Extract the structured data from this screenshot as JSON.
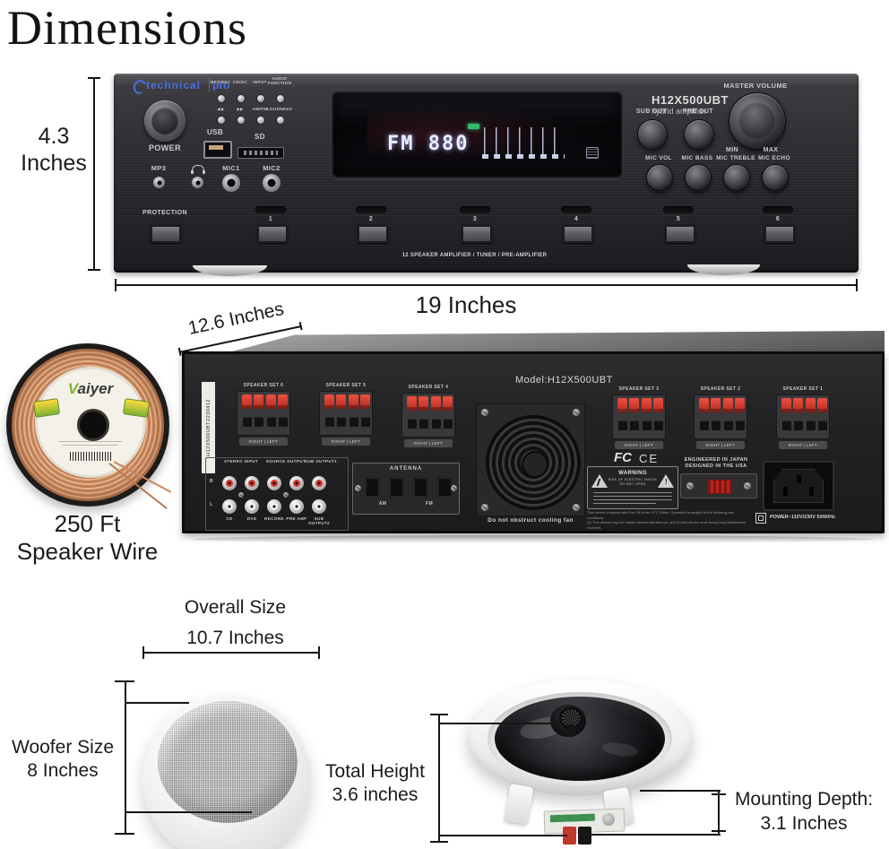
{
  "title": "Dimensions",
  "front": {
    "brand": {
      "part1": "technical",
      "part2": "pro"
    },
    "model": "H12X500UBT",
    "model_sub": "hybrid amplifier",
    "master_volume": "MASTER VOLUME",
    "min": "MIN",
    "max": "MAX",
    "power": "POWER",
    "protection": "PROTECTION",
    "usb": "USB",
    "sd": "SD",
    "mp3": "MP3",
    "mic1": "MIC1",
    "mic2": "MIC2",
    "mini_row1": [
      "MP3/REC",
      "CD/DC",
      "INPUT",
      "AUDIO FUNCTION"
    ],
    "mini_row2": [
      "AM/FM",
      "LOUDNESS"
    ],
    "icons": {
      "prev_track": "◀◀",
      "next_track": "▶▶"
    },
    "knobs": {
      "sub_out": "SUB OUT",
      "pre_out": "PRE OUT",
      "mic": [
        "MIC VOL",
        "MIC BASS",
        "MIC TREBLE",
        "MIC ECHO"
      ]
    },
    "display": {
      "text": "FM 880"
    },
    "selectors": [
      "1",
      "2",
      "3",
      "4",
      "5",
      "6"
    ],
    "bottom_text": "12 SPEAKER   AMPLIFIER / TUNER / PRE-AMPLIFIER"
  },
  "dims": {
    "height1": "4.3",
    "height2": "Inches",
    "width": "19 Inches",
    "depth": "12.6 Inches",
    "overall1": "Overall Size",
    "overall2": "10.7 Inches",
    "woofer1": "Woofer Size",
    "woofer2": "8 Inches",
    "total1": "Total Height",
    "total2": "3.6 inches",
    "mount1": "Mounting Depth:",
    "mount2": "3.1 Inches"
  },
  "rear": {
    "model_label": "Model:H12X500UBT",
    "serial": "H12X500UBT2230412",
    "speaker_sets": [
      "SPEAKER SET 6",
      "SPEAKER SET 5",
      "SPEAKER SET 4",
      "SPEAKER SET 3",
      "SPEAKER SET 2",
      "SPEAKER SET 1"
    ],
    "right_left": "RIGHT | LEFT",
    "io_headers": [
      "STEREO INPUT",
      "SOURCE OUTPUT",
      "SUB OUTPUT1"
    ],
    "io_channels": [
      "R",
      "L"
    ],
    "io_labels": [
      "CD",
      "DVD",
      "RECORD",
      "PRE AMP",
      "SUB OUTPUT2"
    ],
    "antenna": "ANTENNA",
    "am": "AM",
    "fm": "FM",
    "fan_text": "Do not obstruct cooling fan",
    "fcc": "FC",
    "ce": "CE",
    "warning_title": "WARNING",
    "warning_line1": "RISK OF ELECTRIC SHOCK",
    "warning_line2": "DO NOT OPEN",
    "origin1": "ENGINEERED IN JAPAN",
    "origin2": "DESIGNED IN THE USA",
    "fine_print1": "This device complies with Part 15 of the FCC Rules. Operation is subject to the following two conditions:",
    "fine_print2": "(1) This device may not cause harmful interference, and (2) this device must accept any interference received.",
    "power_text": "POWER~115V/230V 50/60Hz"
  },
  "wire": {
    "brand_v": "V",
    "brand_rest": "aiyer",
    "caption1": "250 Ft",
    "caption2": "Speaker Wire"
  },
  "colors": {
    "accent_blue": "#4a6fe0",
    "terminal_red": "#d1372b",
    "display_green": "#35b96a",
    "copper": "#cf9268"
  }
}
